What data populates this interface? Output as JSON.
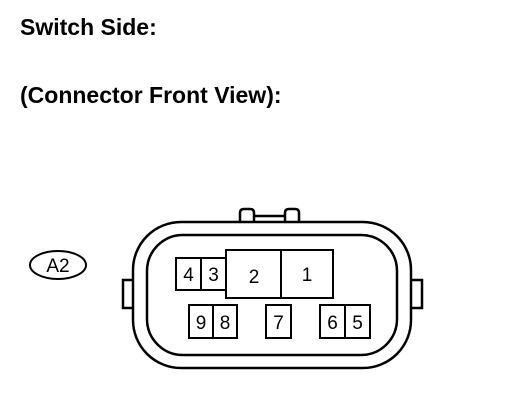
{
  "heading": {
    "line1": "Switch Side:",
    "line2": "(Connector Front View):"
  },
  "connector": {
    "label": "A2",
    "pins": [
      {
        "id": "pin-4",
        "label": "4"
      },
      {
        "id": "pin-3",
        "label": "3"
      },
      {
        "id": "pin-2",
        "label": "2"
      },
      {
        "id": "pin-1",
        "label": "1"
      },
      {
        "id": "pin-9",
        "label": "9"
      },
      {
        "id": "pin-8",
        "label": "8"
      },
      {
        "id": "pin-7",
        "label": "7"
      },
      {
        "id": "pin-6",
        "label": "6"
      },
      {
        "id": "pin-5",
        "label": "5"
      }
    ]
  },
  "colors": {
    "line": "#000000",
    "background": "#ffffff"
  }
}
